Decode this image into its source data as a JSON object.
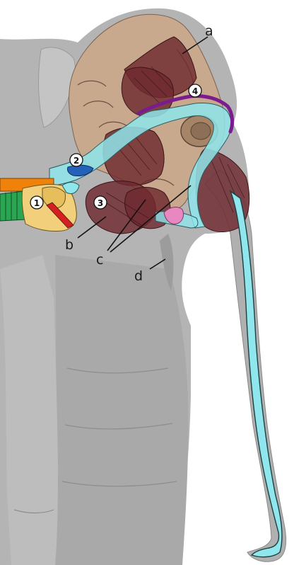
{
  "labels": {
    "a": "a",
    "b": "b",
    "c": "c",
    "d": "d"
  },
  "numbers": {
    "n1": "1",
    "n2": "2",
    "n3": "3",
    "n4": "4"
  },
  "colors": {
    "elephant_skin": "#b3b3b3",
    "skin_shadow": "#9a9a9a",
    "skull_bone": "#c9ab8e",
    "muscle": "#6e2a30",
    "muscle_light": "#8a3f45",
    "airway_cyan": "#8fe6ec",
    "airway_outline": "#2a5a5e",
    "larynx_yellow": "#f2cf7a",
    "trachea_red": "#d42020",
    "esophagus_orange": "#f0820a",
    "green": "#2aa552",
    "blue": "#2461b8",
    "purple": "#7a1c8e",
    "tongue_pink": "#e887c0"
  }
}
